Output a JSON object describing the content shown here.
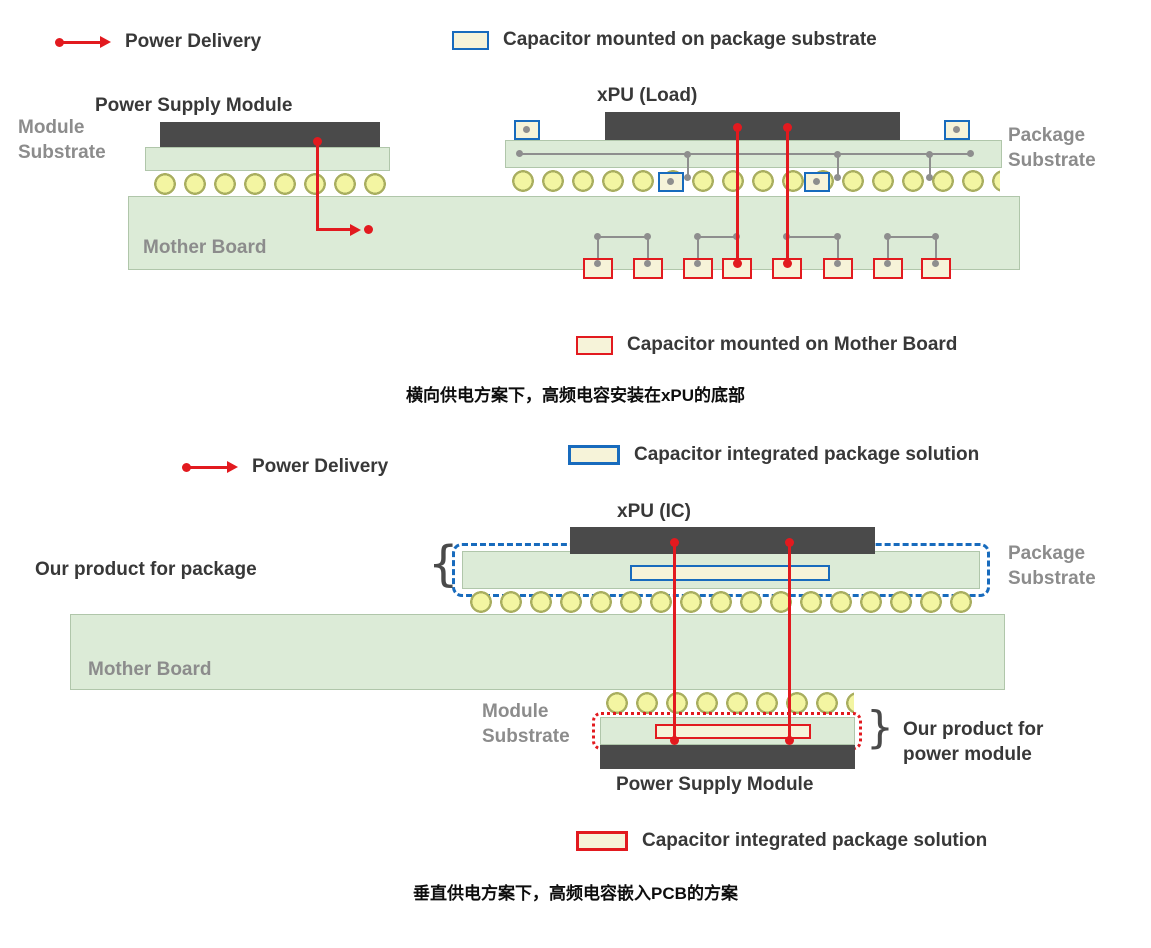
{
  "top_diagram": {
    "legend": {
      "power_delivery": "Power Delivery",
      "package_capacitor": "Capacitor mounted on package substrate",
      "mother_capacitor": "Capacitor mounted on Mother Board"
    },
    "labels": {
      "power_supply_module": "Power Supply Module",
      "module_substrate": "Module\nSubstrate",
      "xpu": "xPU (Load)",
      "package_substrate": "Package\nSubstrate",
      "mother_board": "Mother Board"
    },
    "caption": "横向供电方案下，高频电容安装在xPU的底部"
  },
  "bottom_diagram": {
    "legend": {
      "power_delivery": "Power Delivery",
      "capacitor_integrated_blue": "Capacitor integrated package solution",
      "capacitor_integrated_red": "Capacitor integrated package solution"
    },
    "labels": {
      "xpu": "xPU (IC)",
      "our_product_package": "Our product for package",
      "package_substrate": "Package\nSubstrate",
      "mother_board": "Mother Board",
      "module_substrate": "Module\nSubstrate",
      "our_product_power": "Our product for\npower module",
      "power_supply_module": "Power Supply Module"
    },
    "caption": "垂直供电方案下，高频电容嵌入PCB的方案"
  },
  "icons": {
    "brace_left": "{",
    "brace_right": "}"
  },
  "colors": {
    "power_red": "#e21a1f",
    "capacitor_blue": "#186bbd",
    "board_green": "#dcebd7",
    "chip_gray": "#4a4a4a",
    "ball_yellow": "#f3f5a2",
    "legend_cream": "#f6f3d9"
  }
}
